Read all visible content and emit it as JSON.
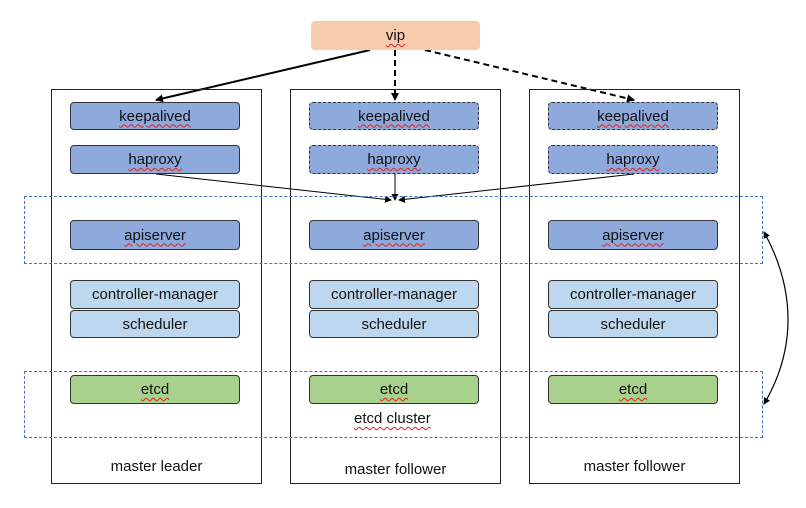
{
  "vip": {
    "label": "vip"
  },
  "columns": [
    {
      "label": "master leader",
      "keepalived": "keepalived",
      "haproxy": "haproxy",
      "apiserver": "apiserver",
      "controller_manager": "controller-manager",
      "scheduler": "scheduler",
      "etcd": "etcd",
      "style": "solid"
    },
    {
      "label": "master follower",
      "keepalived": "keepalived",
      "haproxy": "haproxy",
      "apiserver": "apiserver",
      "controller_manager": "controller-manager",
      "scheduler": "scheduler",
      "etcd": "etcd",
      "style": "dashed"
    },
    {
      "label": "master follower",
      "keepalived": "keepalived",
      "haproxy": "haproxy",
      "apiserver": "apiserver",
      "controller_manager": "controller-manager",
      "scheduler": "scheduler",
      "etcd": "etcd",
      "style": "dashed"
    }
  ],
  "etcd_cluster_label": "etcd cluster",
  "colors": {
    "vip": "#f8cbad",
    "blue_node": "#8ea9db",
    "light_blue_node": "#bdd7ee",
    "green_node": "#a9d18e",
    "zone_border": "#4472c4"
  }
}
